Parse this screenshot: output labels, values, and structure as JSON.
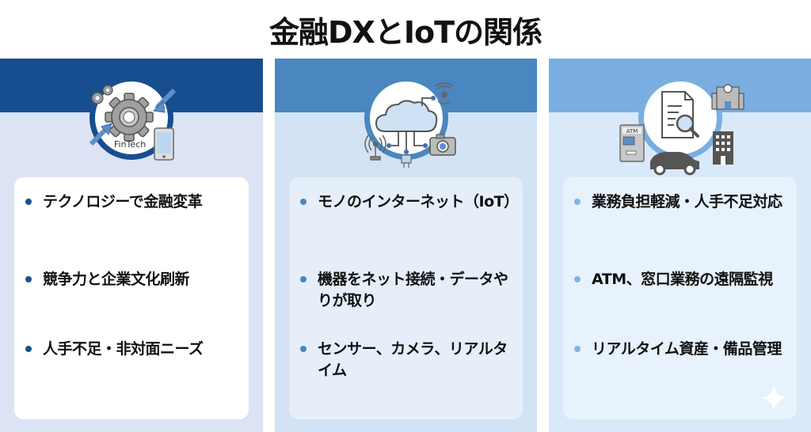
{
  "title": "金融DXとIoTの関係",
  "colors": {
    "column1_header": "#174e8f",
    "column2_header": "#4a86c0",
    "column3_header": "#7aaee0"
  },
  "columns": [
    {
      "icon": "fintech-gear-icon",
      "icon_label": "FinTech",
      "items": [
        "テクノロジーで金融変革",
        "競争力と企業文化刷新",
        "人手不足・非対面ニーズ"
      ]
    },
    {
      "icon": "iot-cloud-network-icon",
      "items": [
        "モノのインターネット（IoT）",
        "機器をネット接続・データやりが取り",
        "センサー、カメラ、リアルタイム"
      ]
    },
    {
      "icon": "document-search-icon",
      "icon_labels": [
        "ATM"
      ],
      "items": [
        "業務負担軽減・人手不足対応",
        "ATM、窓口業務の遠隔監視",
        "リアルタイム資産・備品管理"
      ]
    }
  ]
}
